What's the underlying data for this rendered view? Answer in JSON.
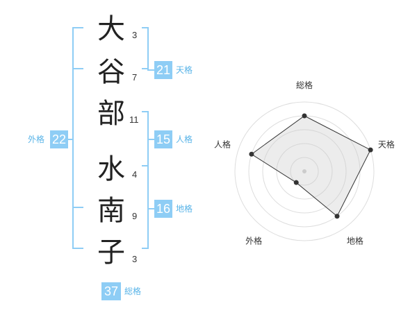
{
  "name_chars": [
    {
      "char": "大",
      "strokes": "3"
    },
    {
      "char": "谷",
      "strokes": "7"
    },
    {
      "char": "部",
      "strokes": "11"
    },
    {
      "char": "水",
      "strokes": "4"
    },
    {
      "char": "南",
      "strokes": "9"
    },
    {
      "char": "子",
      "strokes": "3"
    }
  ],
  "kakusu": {
    "tenkaku": {
      "value": "21",
      "label": "天格"
    },
    "jinkaku": {
      "value": "15",
      "label": "人格"
    },
    "chikaku": {
      "value": "16",
      "label": "地格"
    },
    "gaikaku": {
      "value": "22",
      "label": "外格"
    },
    "soukaku": {
      "value": "37",
      "label": "総格"
    }
  },
  "colors": {
    "accent": "#8ecdf5",
    "label": "#59b4e8"
  },
  "chart_data": {
    "type": "radar",
    "axes": [
      "総格",
      "天格",
      "地格",
      "外格",
      "人格"
    ],
    "values": [
      4,
      5,
      4,
      1,
      4
    ],
    "max": 5,
    "grid": true
  }
}
